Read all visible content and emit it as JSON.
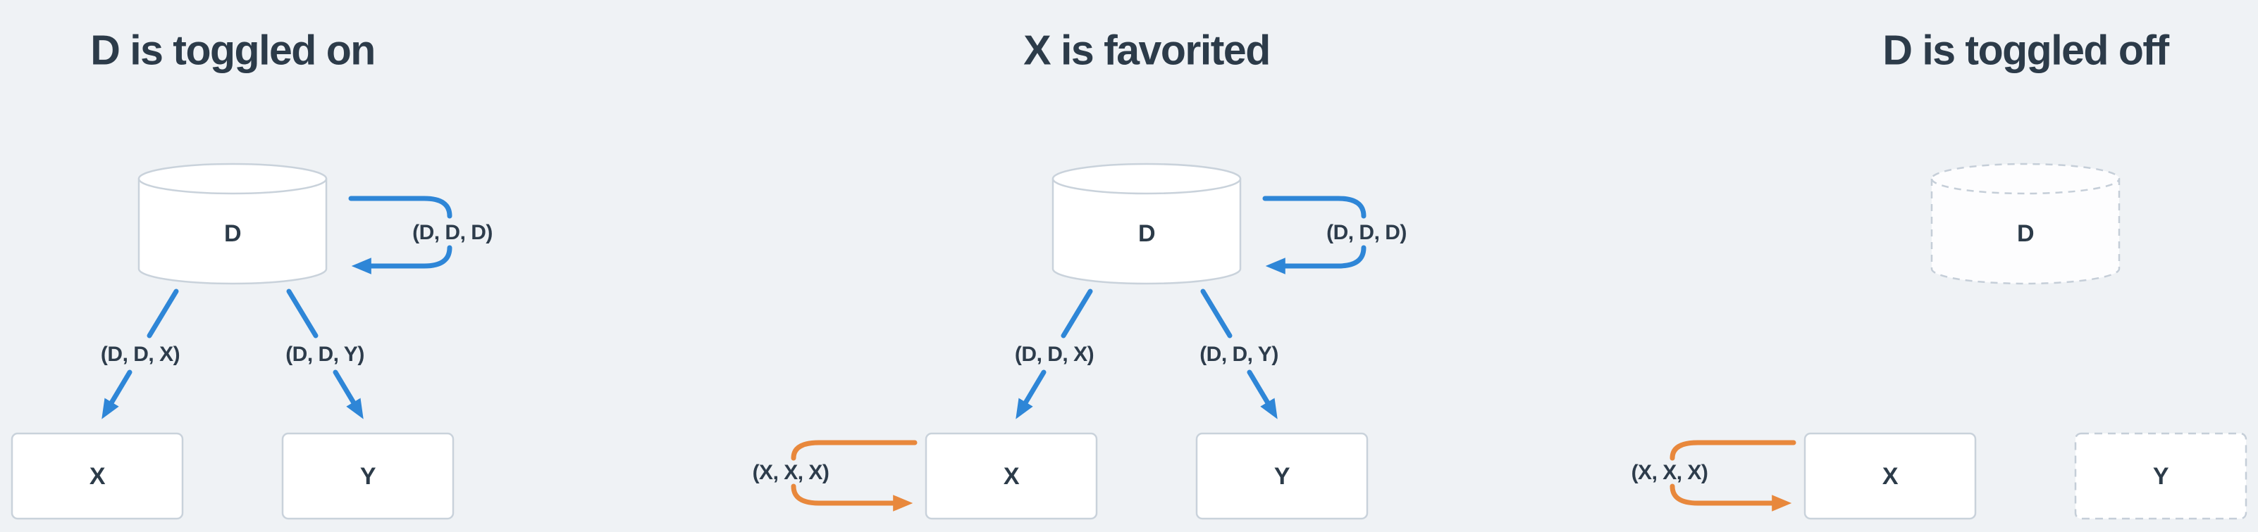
{
  "colors": {
    "background": "#eff2f5",
    "arrow_blue": "#2e86d7",
    "arrow_orange": "#e8883c",
    "shape_border": "#c9d2db",
    "dashed_border": "#c5ced8",
    "label_text": "#2c3b49"
  },
  "panels": [
    {
      "title": "D is toggled on",
      "nodes": {
        "d": "D",
        "x": "X",
        "y": "Y"
      },
      "edges": {
        "self_d": "(D, D, D)",
        "d_to_x": "(D, D, X)",
        "d_to_y": "(D, D, Y)"
      }
    },
    {
      "title": "X is favorited",
      "nodes": {
        "d": "D",
        "x": "X",
        "y": "Y"
      },
      "edges": {
        "self_d": "(D, D, D)",
        "d_to_x": "(D, D, X)",
        "d_to_y": "(D, D, Y)",
        "self_x": "(X, X, X)"
      }
    },
    {
      "title": "D is toggled off",
      "nodes": {
        "d": "D",
        "x": "X",
        "y": "Y"
      },
      "edges": {
        "self_x": "(X, X, X)"
      }
    }
  ]
}
